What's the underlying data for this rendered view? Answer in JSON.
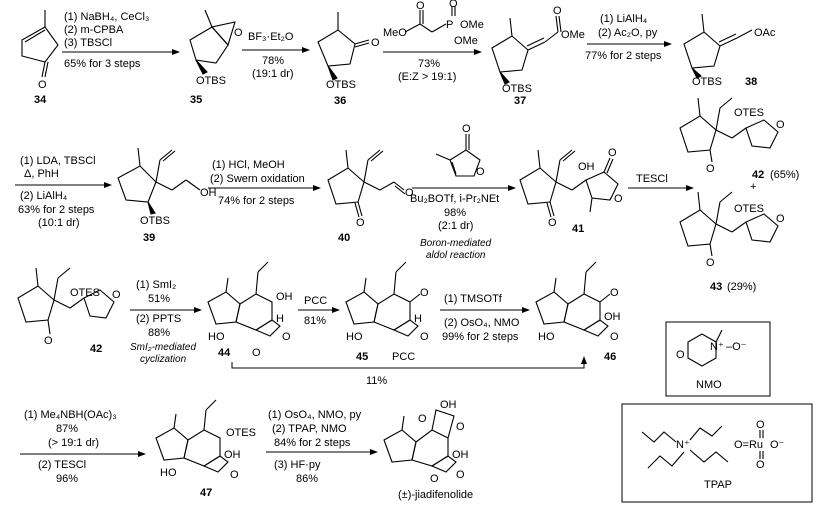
{
  "steps": {
    "s1": [
      "(1) NaBH₄, CeCl₃",
      "(2) m-CPBA",
      "(3) TBSCl",
      "65% for 3 steps"
    ],
    "s2": [
      "BF₃·Et₂O",
      "78%",
      "(19:1 dr)"
    ],
    "s3": [
      "73%",
      "(E:Z > 19:1)"
    ],
    "s4": [
      "(1) LiAlH₄",
      "(2) Ac₂O, py",
      "77% for 2 steps"
    ],
    "s5": [
      "(1) LDA, TBSCl",
      "Δ, PhH",
      "(2) LiAlH₄",
      "63% for 2 steps",
      "(10:1 dr)"
    ],
    "s6": [
      "(1) HCl, MeOH",
      "(2) Swern oxidation",
      "74% for 2 steps"
    ],
    "s7": [
      "Bu₂BOTf, i-Pr₂NEt",
      "98%",
      "(2:1 dr)",
      "Boron-mediated",
      "aldol reaction"
    ],
    "s8": [
      "TESCl"
    ],
    "s9": [
      "(1) SmI₂",
      "51%",
      "(2) PPTS",
      "88%",
      "SmI₂-mediated",
      "cyclization"
    ],
    "s10": [
      "PCC",
      "81%"
    ],
    "s11": [
      "(1) TMSOTf",
      "(2) OsO₄, NMO",
      "99% for 2 steps"
    ],
    "s12": [
      "PCC",
      "11%"
    ],
    "s13": [
      "(1) Me₄NBH(OAc)₃",
      "87%",
      "(> 19:1 dr)",
      "(2) TESCl",
      "96%"
    ],
    "s14": [
      "(1) OsO₄, NMO, py",
      "(2) TPAP, NMO",
      "84% for 2 steps",
      "(3) HF·py",
      "86%"
    ]
  },
  "compounds": {
    "c34": "34",
    "c35": "35",
    "c36": "36",
    "c37": "37",
    "c38": "38",
    "c39": "39",
    "c40": "40",
    "c41": "41",
    "c42": "42",
    "c43": "43",
    "c42b": "42",
    "c44": "44",
    "c45": "45",
    "c46": "46",
    "c47": "47",
    "yield42": "(65%)",
    "yield43": "(29%)",
    "plus": "+",
    "final": "(±)-jiadifenolide"
  },
  "atoms": {
    "O": "O",
    "OTBS": "OTBS",
    "OTES": "OTES",
    "OAc": "OAc",
    "OH": "OH",
    "H": "H",
    "HO": "HO",
    "MeO": "MeO",
    "OMe": "OMe",
    "P": "P",
    "Nplus": "N⁺",
    "Ominus": "–O⁻",
    "O_eq_Ru": "O=Ru",
    "Ru_Om": "O⁻"
  },
  "reagents": {
    "nmo": "NMO",
    "tpap": "TPAP"
  }
}
